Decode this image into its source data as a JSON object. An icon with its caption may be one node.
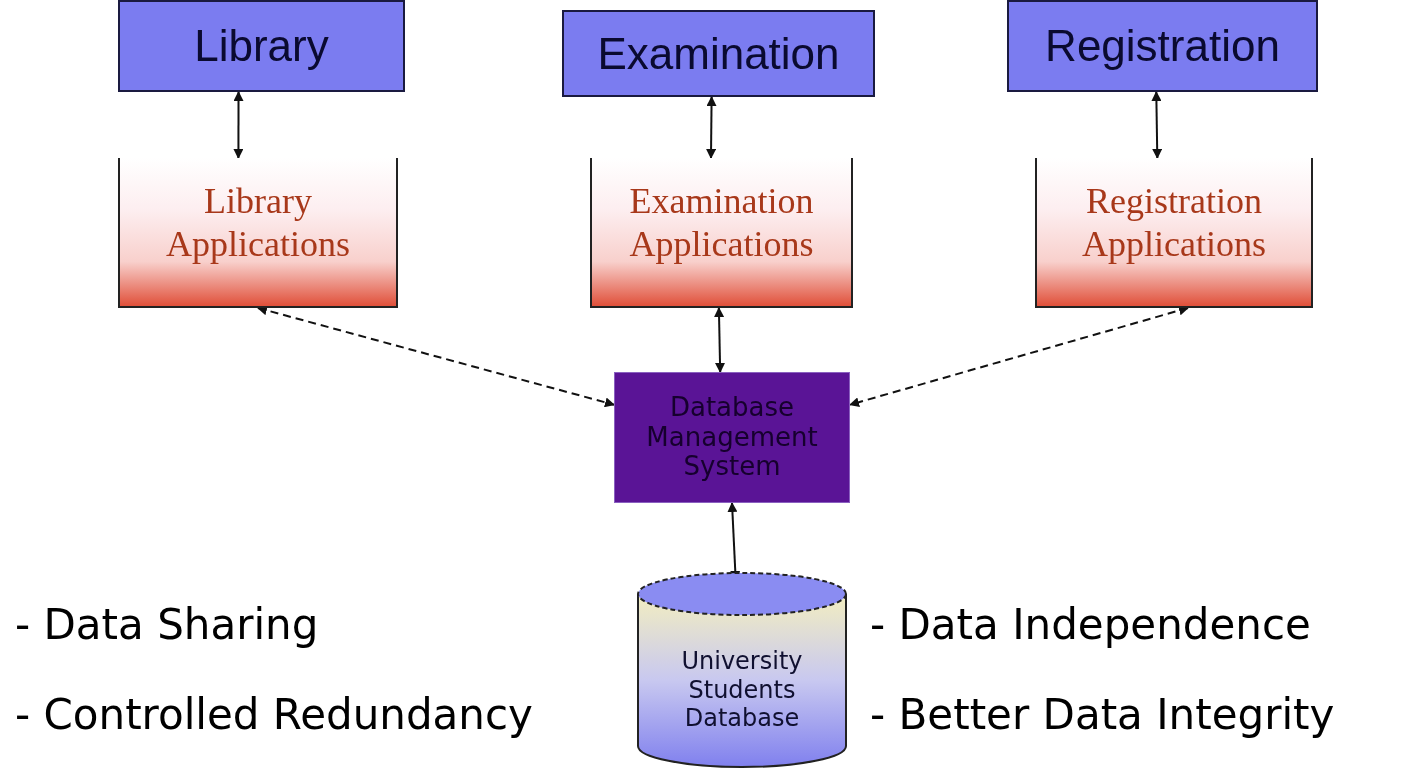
{
  "diagram": {
    "nodes": [
      {
        "text": [
          "Library"
        ]
      },
      {
        "text": [
          "Examination"
        ]
      },
      {
        "text": [
          "Registration"
        ]
      },
      {
        "text": [
          "Library Applications"
        ]
      },
      {
        "text": [
          "Examination Applications"
        ]
      },
      {
        "text": [
          "Registration Applications"
        ]
      },
      {
        "text": [
          "Database Management System"
        ]
      },
      {
        "text": [
          "University Students Database"
        ]
      }
    ],
    "edges": [
      {
        "from": 0,
        "to": 3,
        "arrow": "both"
      },
      {
        "from": 1,
        "to": 4,
        "arrow": "both"
      },
      {
        "from": 2,
        "to": 5,
        "arrow": "both"
      },
      {
        "from": 3,
        "to": 6,
        "arrow": "both",
        "style": "dashed"
      },
      {
        "from": 4,
        "to": 6,
        "arrow": "both"
      },
      {
        "from": 5,
        "to": 6,
        "arrow": "both",
        "style": "dashed"
      },
      {
        "from": 6,
        "to": 7,
        "arrow": "both"
      }
    ],
    "labels": [
      "- Data Sharing",
      "- Data Independence",
      "- Controlled Redundancy",
      "- Better Data Integrity"
    ]
  }
}
